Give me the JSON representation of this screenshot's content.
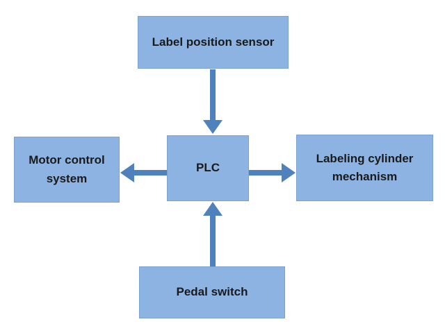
{
  "diagram": {
    "type": "block-diagram",
    "background_color": "#ffffff",
    "colors": {
      "box_fill": "#8db3e2",
      "box_border": "#7ba2d4",
      "arrow": "#4f81bd",
      "text": "#1a1a1a"
    },
    "nodes": [
      {
        "id": "label-position-sensor",
        "label": "Label position sensor",
        "position": "top"
      },
      {
        "id": "motor-control-system",
        "label": "Motor control system",
        "position": "left"
      },
      {
        "id": "plc",
        "label": "PLC",
        "position": "center"
      },
      {
        "id": "labeling-cylinder-mechanism",
        "label": "Labeling cylinder mechanism",
        "position": "right"
      },
      {
        "id": "pedal-switch",
        "label": "Pedal switch",
        "position": "bottom"
      }
    ],
    "edges": [
      {
        "from": "label-position-sensor",
        "to": "plc",
        "direction": "down"
      },
      {
        "from": "plc",
        "to": "motor-control-system",
        "direction": "left"
      },
      {
        "from": "plc",
        "to": "labeling-cylinder-mechanism",
        "direction": "right"
      },
      {
        "from": "pedal-switch",
        "to": "plc",
        "direction": "up"
      }
    ]
  }
}
